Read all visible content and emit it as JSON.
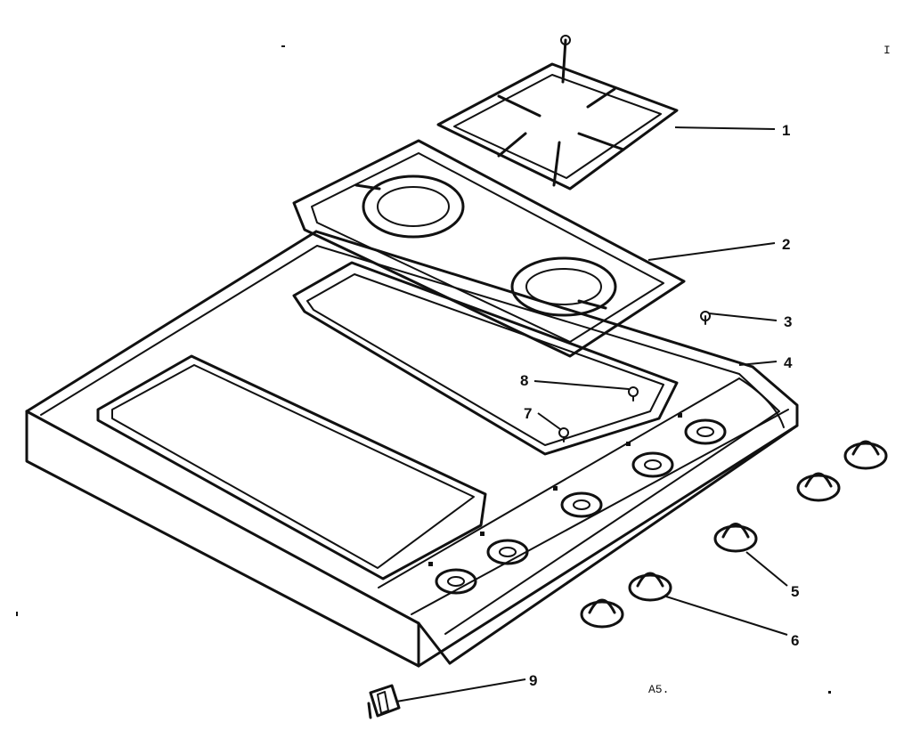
{
  "callouts": [
    {
      "label": "1"
    },
    {
      "label": "2"
    },
    {
      "label": "3"
    },
    {
      "label": "4"
    },
    {
      "label": "5"
    },
    {
      "label": "6"
    },
    {
      "label": "7"
    },
    {
      "label": "8"
    },
    {
      "label": "9"
    }
  ],
  "figure_code": "A5.",
  "stray_mark": "I"
}
